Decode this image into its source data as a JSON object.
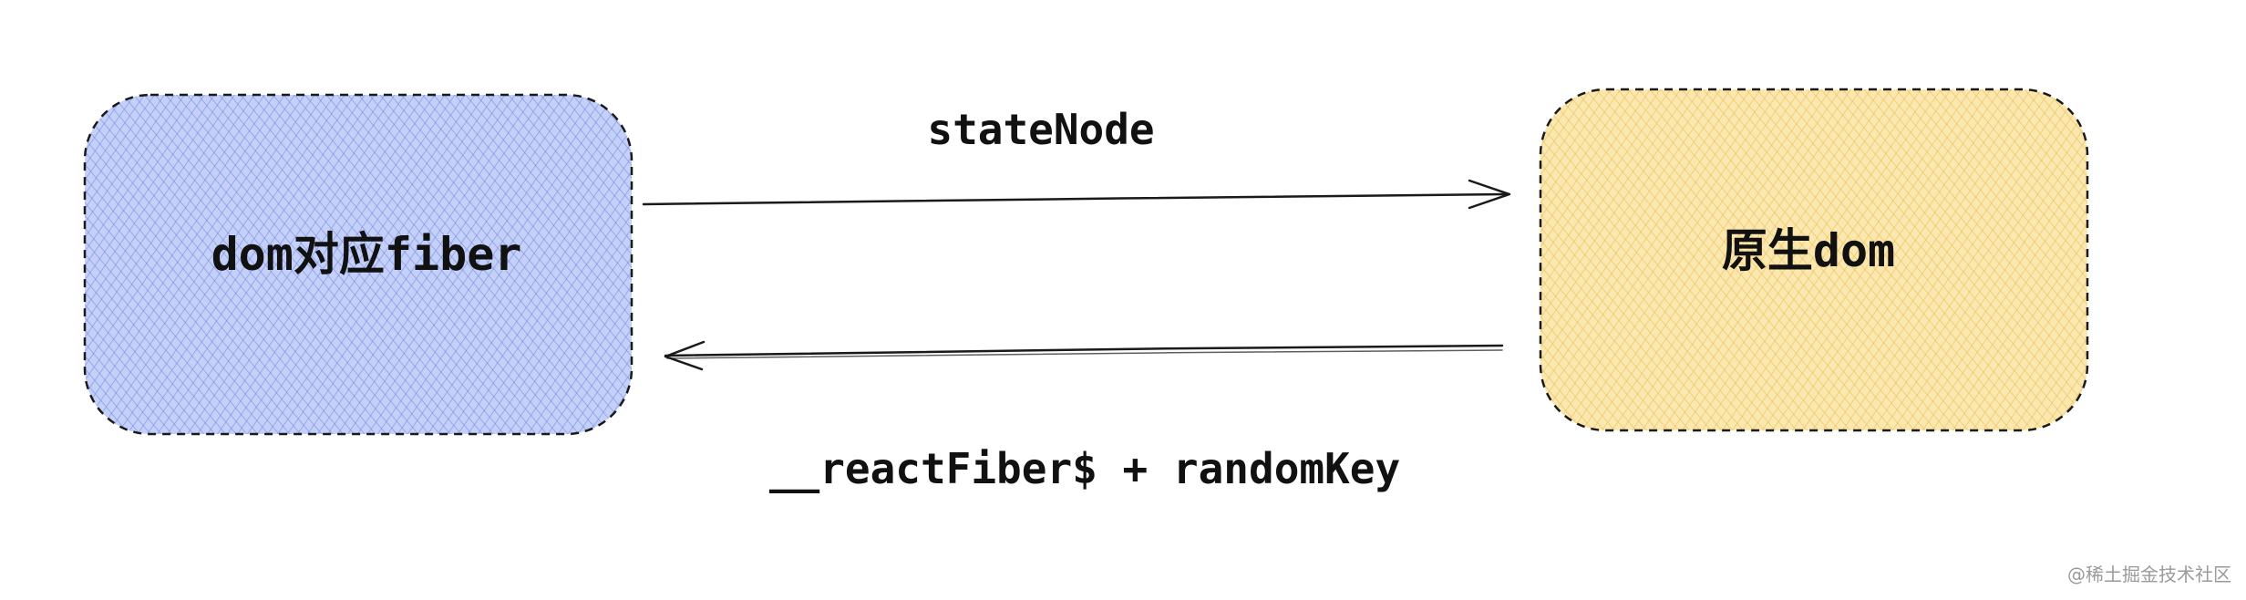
{
  "nodes": [
    {
      "id": "fiber",
      "label": "dom对应fiber",
      "fill": "#8fa5ee",
      "hatch": "#6f86e6"
    },
    {
      "id": "dom",
      "label": "原生dom",
      "fill": "#f6d27a",
      "hatch": "#f0bf45"
    }
  ],
  "edges": [
    {
      "from": "fiber",
      "to": "dom",
      "label": "stateNode"
    },
    {
      "from": "dom",
      "to": "fiber",
      "label": "__reactFiber$ + randomKey"
    }
  ],
  "watermark": "@稀土掘金技术社区",
  "colors": {
    "stroke": "#1a1a1a",
    "text": "#111111",
    "watermark": "#9a9a9a"
  }
}
